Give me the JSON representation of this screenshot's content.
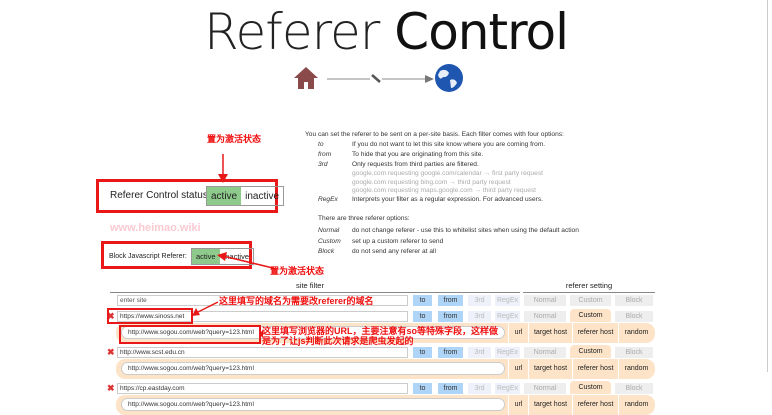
{
  "header": {
    "title_light": "Referer",
    "title_bold": "Control"
  },
  "annotations": {
    "status_note": "置为激活状态",
    "js_note": "置为激活状态",
    "domain_note": "这里填写的域名为需要改referer的域名",
    "url_note_1": "这里填写浏览器的URL，主要注意有so等特殊字段，这样做",
    "url_note_2": "是为了让js判断此次请求是爬虫发起的"
  },
  "status": {
    "label": "Referer Control status:",
    "active": "active",
    "inactive": "inactive",
    "state": "active"
  },
  "js_referer": {
    "label": "Block Javascript Referer:",
    "active": "active",
    "inactive": "inactive",
    "state": "active"
  },
  "watermark": "www.heimao.wiki",
  "help": {
    "intro": "You can set the referer to be sent on a per-site basis. Each filter comes with four options:",
    "filters": [
      {
        "term": "to",
        "text": "If you do not want to let this site know where you are coming from."
      },
      {
        "term": "from",
        "text": "To hide that you are originating from this site."
      },
      {
        "term": "3rd",
        "text": "Only requests from third parties are filtered."
      },
      {
        "term": "RegEx",
        "text": "Interprets your filter as a regular expression. For advanced users."
      }
    ],
    "examples": [
      "google.com requesting google.com/calendar → first party request",
      "google.com requesting bing.com → third party request",
      "google.com requesting maps.google.com → third party request"
    ],
    "options_intro": "There are three referer options:",
    "options": [
      {
        "term": "Normal",
        "text": "do not change referer - use this to whitelist sites when using the default action"
      },
      {
        "term": "Custom",
        "text": "set up a custom referer to send"
      },
      {
        "term": "Block",
        "text": "do not send any referer at all"
      }
    ]
  },
  "table": {
    "site_filter_header": "site filter",
    "referer_setting_header": "referer setting",
    "new_placeholder": "enter site",
    "buttons": {
      "to": "to",
      "from": "from",
      "3rd": "3rd",
      "regex": "RegEx",
      "normal": "Normal",
      "custom": "Custom",
      "block": "Block",
      "url": "url",
      "target_host": "target host",
      "referer_host": "referer host",
      "random": "random"
    },
    "rows": [
      {
        "site": "https://www.sinoss.net",
        "referer": "http://www.sogou.com/web?query=123.html",
        "mode": "Custom"
      },
      {
        "site": "http://www.scst.edu.cn",
        "referer": "http://www.sogou.com/web?query=123.html",
        "mode": "Custom"
      },
      {
        "site": "https://cp.eastday.com",
        "referer": "http://www.sogou.com/web?query=123.html",
        "mode": "Custom"
      }
    ]
  }
}
